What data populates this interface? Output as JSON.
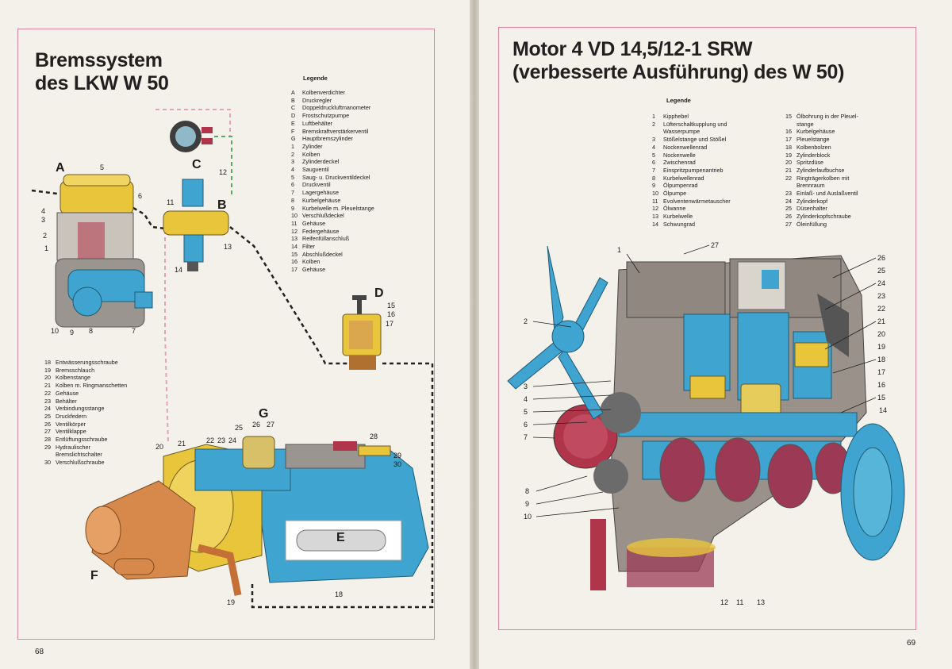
{
  "left_page": {
    "title_line1": "Bremssystem",
    "title_line2": "des LKW W 50",
    "legend_title": "Legende",
    "legend_a": [
      {
        "key": "A",
        "text": "Kolbenverdichter"
      },
      {
        "key": "B",
        "text": "Druckregler"
      },
      {
        "key": "C",
        "text": "Doppeldruckluftmanometer"
      },
      {
        "key": "D",
        "text": "Frostschutzpumpe"
      },
      {
        "key": "E",
        "text": "Luftbehälter"
      },
      {
        "key": "F",
        "text": "Bremskraftverstärkerventil"
      },
      {
        "key": "G",
        "text": "Hauptbremszylinder"
      },
      {
        "key": "1",
        "text": "Zylinder"
      },
      {
        "key": "2",
        "text": "Kolben"
      },
      {
        "key": "3",
        "text": "Zylinderdeckel"
      },
      {
        "key": "4",
        "text": "Saugventil"
      },
      {
        "key": "5",
        "text": "Saug- u. Druckventildeckel"
      },
      {
        "key": "6",
        "text": "Druckventil"
      },
      {
        "key": "7",
        "text": "Lagergehäuse"
      },
      {
        "key": "8",
        "text": "Kurbelgehäuse"
      },
      {
        "key": "9",
        "text": "Kurbelwelle m. Pleuelstange"
      },
      {
        "key": "10",
        "text": "Verschlußdeckel"
      },
      {
        "key": "11",
        "text": "Gehäuse"
      },
      {
        "key": "12",
        "text": "Federgehäuse"
      },
      {
        "key": "13",
        "text": "Reifenfüllanschluß"
      },
      {
        "key": "14",
        "text": "Filter"
      },
      {
        "key": "15",
        "text": "Abschlußdeckel"
      },
      {
        "key": "16",
        "text": "Kolben"
      },
      {
        "key": "17",
        "text": "Gehäuse"
      }
    ],
    "legend_b": [
      {
        "key": "18",
        "text": "Entwässerungsschraube"
      },
      {
        "key": "19",
        "text": "Bremsschlauch"
      },
      {
        "key": "20",
        "text": "Kolbenstange"
      },
      {
        "key": "21",
        "text": "Kolben m. Ringmanschetten"
      },
      {
        "key": "22",
        "text": "Gehäuse"
      },
      {
        "key": "23",
        "text": "Behälter"
      },
      {
        "key": "24",
        "text": "Verbindungsstange"
      },
      {
        "key": "25",
        "text": "Druckfedern"
      },
      {
        "key": "26",
        "text": "Ventilkörper"
      },
      {
        "key": "27",
        "text": "Ventilklappe"
      },
      {
        "key": "28",
        "text": "Entlüftungsschraube"
      },
      {
        "key": "29",
        "text": "Hydraulischer"
      },
      {
        "key": "",
        "text": "Bremslichtschalter"
      },
      {
        "key": "30",
        "text": "Verschlußschraube"
      }
    ],
    "page_number": "68",
    "labels": {
      "A": "A",
      "B": "B",
      "C": "C",
      "D": "D",
      "E": "E",
      "F": "F",
      "G": "G",
      "n1": "1",
      "n2": "2",
      "n3": "3",
      "n4": "4",
      "n5": "5",
      "n6": "6",
      "n7": "7",
      "n8": "8",
      "n9": "9",
      "n10": "10",
      "n11": "11",
      "n12": "12",
      "n13": "13",
      "n14": "14",
      "n15": "15",
      "n16": "16",
      "n17": "17",
      "n18": "18",
      "n19": "19",
      "n20": "20",
      "n21": "21",
      "n22": "22",
      "n23": "23",
      "n24": "24",
      "n25": "25",
      "n26": "26",
      "n27": "27",
      "n28": "28",
      "n29": "29",
      "n30": "30"
    }
  },
  "right_page": {
    "title_line1": "Motor 4 VD 14,5/12-1 SRW",
    "title_line2": "(verbesserte Ausführung) des W 50)",
    "legend_title": "Legende",
    "legend_col1": [
      {
        "key": "1",
        "text": "Kipphebel"
      },
      {
        "key": "2",
        "text": "Lüfterschaltkupplung und"
      },
      {
        "key": "",
        "text": "Wasserpumpe"
      },
      {
        "key": "3",
        "text": "Stößelstange und Stößel"
      },
      {
        "key": "4",
        "text": "Nockenwellenrad"
      },
      {
        "key": "5",
        "text": "Nockenwelle"
      },
      {
        "key": "6",
        "text": "Zwischenrad"
      },
      {
        "key": "7",
        "text": "Einspritzpumpenantrieb"
      },
      {
        "key": "8",
        "text": "Kurbelwellenrad"
      },
      {
        "key": "9",
        "text": "Ölpumpenrad"
      },
      {
        "key": "10",
        "text": "Ölpumpe"
      },
      {
        "key": "11",
        "text": "Evolventenwärmetauscher"
      },
      {
        "key": "12",
        "text": "Ölwanne"
      },
      {
        "key": "13",
        "text": "Kurbelwelle"
      },
      {
        "key": "14",
        "text": "Schwungrad"
      }
    ],
    "legend_col2": [
      {
        "key": "15",
        "text": "Ölbohrung in der Pleuel-"
      },
      {
        "key": "",
        "text": "stange"
      },
      {
        "key": "16",
        "text": "Kurbelgehäuse"
      },
      {
        "key": "17",
        "text": "Pleuelstange"
      },
      {
        "key": "18",
        "text": "Kolbenbolzen"
      },
      {
        "key": "19",
        "text": "Zylinderblock"
      },
      {
        "key": "20",
        "text": "Spritzdüse"
      },
      {
        "key": "21",
        "text": "Zylinderlaufbuchse"
      },
      {
        "key": "22",
        "text": "Ringträgerkolben mit"
      },
      {
        "key": "",
        "text": "Brennraum"
      },
      {
        "key": "23",
        "text": "Einlaß- und Auslaßventil"
      },
      {
        "key": "24",
        "text": "Zylinderkopf"
      },
      {
        "key": "25",
        "text": "Düsenhalter"
      },
      {
        "key": "26",
        "text": "Zylinderkopfschraube"
      },
      {
        "key": "27",
        "text": "Öleinfüllung"
      }
    ],
    "page_number": "69",
    "labels": {
      "n1": "1",
      "n2": "2",
      "n3": "3",
      "n4": "4",
      "n5": "5",
      "n6": "6",
      "n7": "7",
      "n8": "8",
      "n9": "9",
      "n10": "10",
      "n11": "11",
      "n12": "12",
      "n13": "13",
      "n14": "14",
      "n15": "15",
      "n16": "16",
      "n17": "17",
      "n18": "18",
      "n19": "19",
      "n20": "20",
      "n21": "21",
      "n22": "22",
      "n23": "23",
      "n24": "24",
      "n25": "25",
      "n26": "26",
      "n27": "27"
    }
  },
  "colors": {
    "accent_blue": "#3fa4cf",
    "yellow": "#e9c53c",
    "red": "#b0344a",
    "frame_pink": "#d9869e"
  }
}
